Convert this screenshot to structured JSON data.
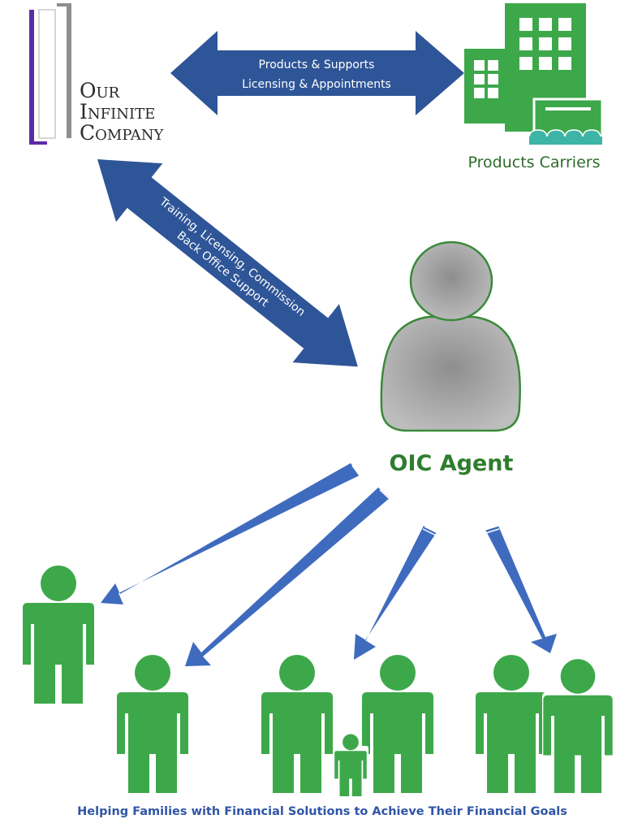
{
  "logo": {
    "line1_cap": "O",
    "line1_rest": "UR",
    "line2_cap": "I",
    "line2_rest": "NFINITE",
    "line3_cap": "C",
    "line3_rest": "OMPANY"
  },
  "top_arrow": {
    "line1": "Products & Supports",
    "line2": "Licensing & Appointments"
  },
  "diagonal_arrow": {
    "line1": "Training, Licensing, Commission",
    "line2": "Back Office Support"
  },
  "carriers": {
    "label": "Products Carriers"
  },
  "agent": {
    "label": "OIC Agent"
  },
  "footer": {
    "text": "Helping Families with Financial Solutions to Achieve Their Financial Goals"
  },
  "colors": {
    "dark_arrow": "#2e5597",
    "light_arrow": "#3f6bbf",
    "building": "#3da84a",
    "person": "#3da84a",
    "agent_fill": "#a6a6a6",
    "agent_outline": "#3a8a3a",
    "logo_purple": "#5b2ca8"
  },
  "icons": [
    "company-logo",
    "building-icon",
    "agent-icon",
    "person-icon",
    "family-icon",
    "couple-icon"
  ]
}
